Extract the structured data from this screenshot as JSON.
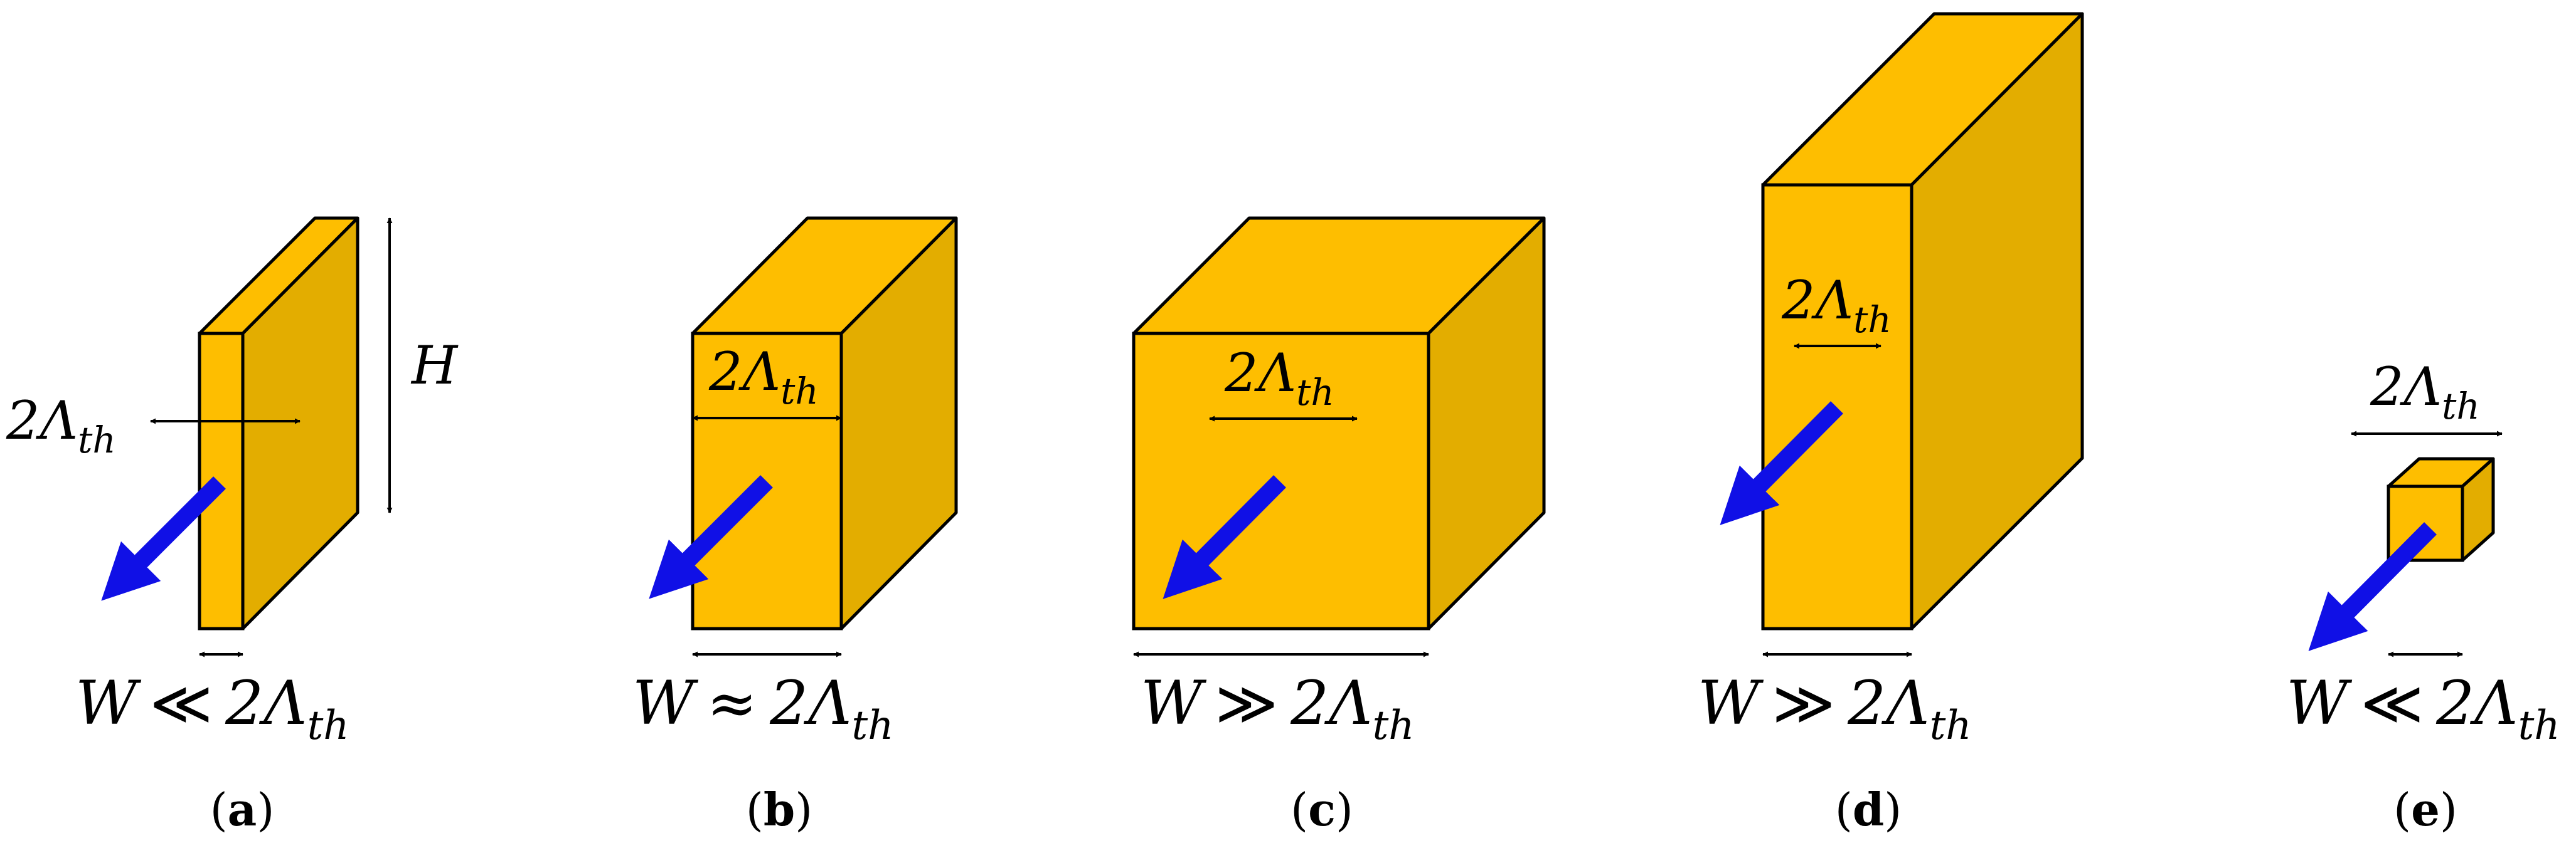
{
  "colors": {
    "front": "#FEBE00",
    "top": "#FEBE00",
    "side": "#E3AD00",
    "edge": "#000000",
    "arrow": "#1010E6"
  },
  "panels": [
    {
      "caption": "a",
      "label": {
        "symbol": "2Λ",
        "subscript": "th"
      },
      "condition": {
        "lhs": "W",
        "relation": "≪",
        "rhs": "2Λ",
        "subscript": "th"
      },
      "height_label": "H"
    },
    {
      "caption": "b",
      "label": {
        "symbol": "2Λ",
        "subscript": "th"
      },
      "condition": {
        "lhs": "W",
        "relation": "≈",
        "rhs": "2Λ",
        "subscript": "th"
      }
    },
    {
      "caption": "c",
      "label": {
        "symbol": "2Λ",
        "subscript": "th"
      },
      "condition": {
        "lhs": "W",
        "relation": "≫",
        "rhs": "2Λ",
        "subscript": "th"
      }
    },
    {
      "caption": "d",
      "label": {
        "symbol": "2Λ",
        "subscript": "th"
      },
      "condition": {
        "lhs": "W",
        "relation": "≫",
        "rhs": "2Λ",
        "subscript": "th"
      }
    },
    {
      "caption": "e",
      "label": {
        "symbol": "2Λ",
        "subscript": "th"
      },
      "condition": {
        "lhs": "W",
        "relation": "≪",
        "rhs": "2Λ",
        "subscript": "th"
      }
    }
  ]
}
